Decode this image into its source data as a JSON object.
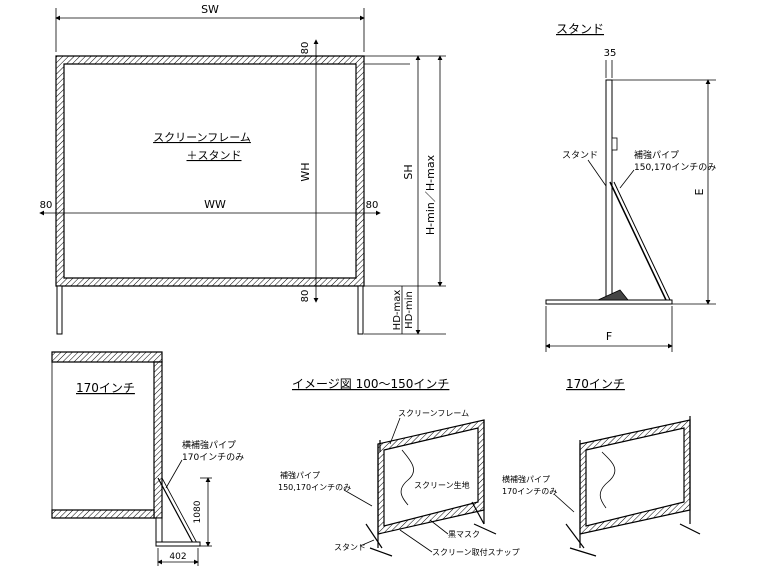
{
  "main_view": {
    "dim_sw": "SW",
    "dim_ww": "WW",
    "dim_wh": "WH",
    "dim_sh": "SH",
    "dim_hrange": "H-min／H-max",
    "dim_hd_max": "HD-max",
    "dim_hd_min": "HD-min",
    "dim_80_top": "80",
    "dim_80_left": "80",
    "dim_80_right": "80",
    "dim_80_bottom": "80",
    "center_label_1": "スクリーンフレーム",
    "center_label_2": "＋スタンド"
  },
  "stand_view": {
    "title": "スタンド",
    "dim_35": "35",
    "dim_e": "E",
    "dim_f": "F",
    "label_stand": "スタンド",
    "label_pipe_1": "補強パイプ",
    "label_pipe_2": "150,170インチのみ"
  },
  "side_170": {
    "title": "170インチ",
    "label_pipe_1": "横補強パイプ",
    "label_pipe_2": "170インチのみ",
    "dim_1080": "1080",
    "dim_402": "402"
  },
  "image_view": {
    "title": "イメージ図 100～150インチ",
    "label_frame": "スクリーンフレーム",
    "label_screen": "スクリーン生地",
    "label_pipe_1": "補強パイプ",
    "label_pipe_2": "150,170インチのみ",
    "label_mask": "黒マスク",
    "label_stand": "スタンド",
    "label_snap": "スクリーン取付スナップ"
  },
  "view_170": {
    "title": "170インチ",
    "label_pipe_1": "横補強パイプ",
    "label_pipe_2": "170インチのみ"
  }
}
